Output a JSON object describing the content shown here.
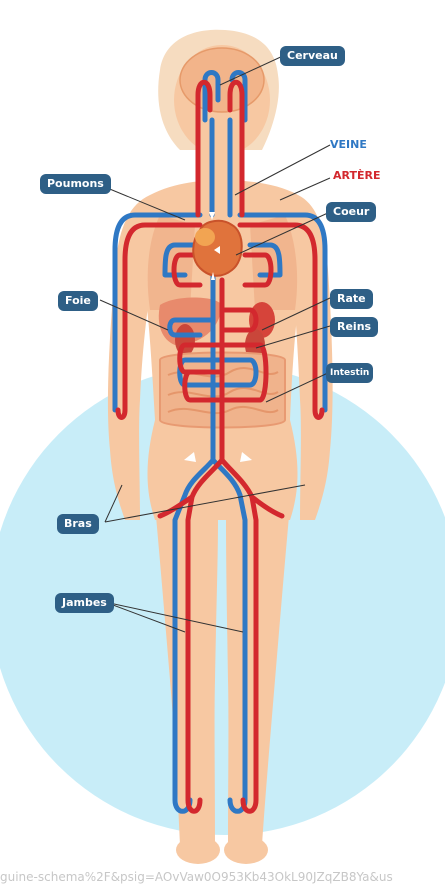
{
  "labels": {
    "cerveau": "Cerveau",
    "poumons": "Poumons",
    "coeur": "Coeur",
    "foie": "Foie",
    "rate": "Rate",
    "reins": "Reins",
    "intestin": "Intestin",
    "bras": "Bras",
    "jambes": "Jambes"
  },
  "legend": {
    "veine": "VEINE",
    "artere": "ARTÈRE"
  },
  "colors": {
    "vein": "#2f78c4",
    "artery": "#d3282e",
    "label_bg": "#2e5f86",
    "background_circle": "#c8edf8",
    "skin": "#f7c8a2"
  },
  "url_fragment": "guine-schema%2F&psig=AOvVaw0O953Kb43OkL90JZqZB8Ya&us"
}
